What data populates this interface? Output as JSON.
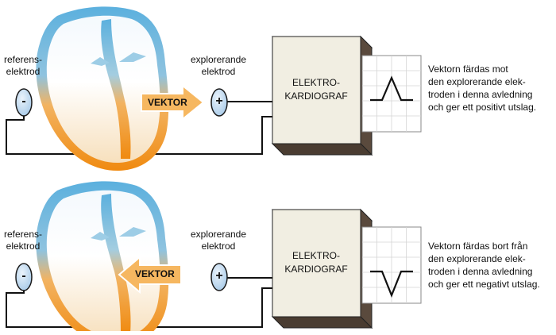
{
  "panels": [
    {
      "reference_label": "referens-\nelektrod",
      "reference_sign": "-",
      "exploring_label": "explorerande\nelektrod",
      "exploring_sign": "+",
      "vector_label": "VEKTOR",
      "vector_direction": "toward exploring electrode",
      "device_label": "ELEKTRO-\nKARDIOGRAF",
      "trace": "positive deflection",
      "description": "Vektorn färdas mot\nden explorerande elek-\ntroden i denna avledning\noch ger ett positivt utslag."
    },
    {
      "reference_label": "referens-\nelektrod",
      "reference_sign": "-",
      "exploring_label": "explorerande\nelektrod",
      "exploring_sign": "+",
      "vector_label": "VEKTOR",
      "vector_direction": "away from exploring electrode",
      "device_label": "ELEKTRO-\nKARDIOGRAF",
      "trace": "negative deflection",
      "description": "Vektorn färdas bort från\nden explorerande elek-\ntroden i denna avledning\noch ger ett negativt utslag."
    }
  ],
  "colors": {
    "heart_outer_top": "#5bb0de",
    "heart_inner_top": "#e8f3fa",
    "heart_outer_bottom": "#f08a10",
    "heart_inner_bottom": "#f7e3c4",
    "arrow_fill": "#f6b760",
    "electrode_fill": "#c3dcf2",
    "device_front": "#f1eee2",
    "device_side": "#6a5a4c",
    "wire": "#111111"
  }
}
